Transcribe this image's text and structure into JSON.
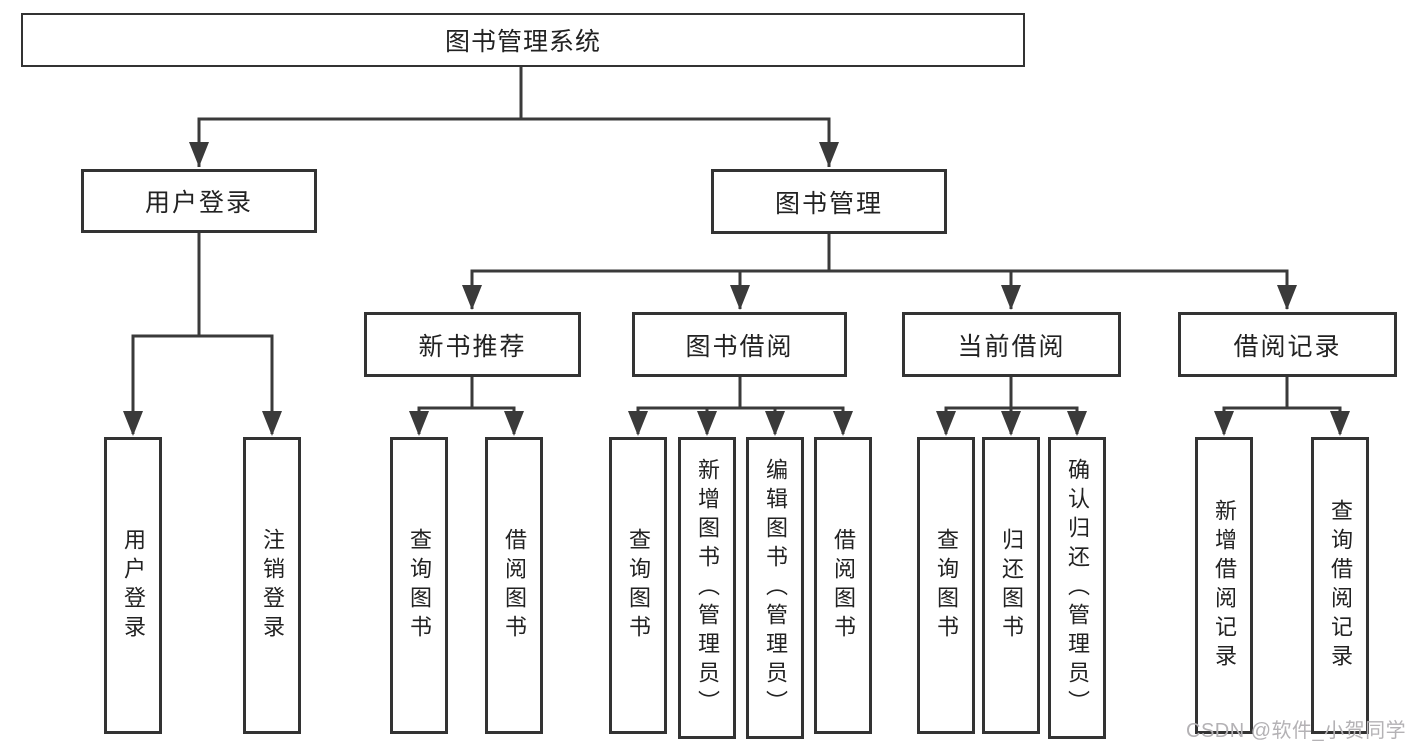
{
  "diagram_title": "图书管理系统",
  "tree": {
    "label": "图书管理系统",
    "children": [
      {
        "label": "用户登录",
        "children": [
          {
            "label": "用户登录"
          },
          {
            "label": "注销登录"
          }
        ]
      },
      {
        "label": "图书管理",
        "children": [
          {
            "label": "新书推荐",
            "children": [
              {
                "label": "查询图书"
              },
              {
                "label": "借阅图书"
              }
            ]
          },
          {
            "label": "图书借阅",
            "children": [
              {
                "label": "查询图书"
              },
              {
                "label": "新增图书（管理员）"
              },
              {
                "label": "编辑图书（管理员）"
              },
              {
                "label": "借阅图书"
              }
            ]
          },
          {
            "label": "当前借阅",
            "children": [
              {
                "label": "查询图书"
              },
              {
                "label": "归还图书"
              },
              {
                "label": "确认归还（管理员）"
              }
            ]
          },
          {
            "label": "借阅记录",
            "children": [
              {
                "label": "新增借阅记录"
              },
              {
                "label": "查询借阅记录"
              }
            ]
          }
        ]
      }
    ]
  },
  "watermark": {
    "text": "CSDN @软件_小贺同学"
  },
  "colors": {
    "line": "#3a3a3a",
    "box_border": "#333333",
    "text": "#222222",
    "watermark": "#b4b2b5",
    "background": "#ffffff"
  }
}
